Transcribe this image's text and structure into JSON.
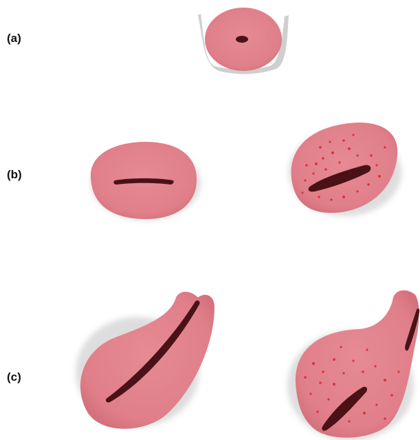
{
  "panels": {
    "a": {
      "label": "(a)"
    },
    "b": {
      "label": "(b)"
    },
    "c": {
      "label": "(c)"
    }
  },
  "colors": {
    "tissue": "#e4858e",
    "tissue_edge": "#d77680",
    "slit": "#4a1216",
    "cup": "#cfcfcf",
    "speckle": "#d9323e",
    "shadow": "#c8c8c8"
  }
}
